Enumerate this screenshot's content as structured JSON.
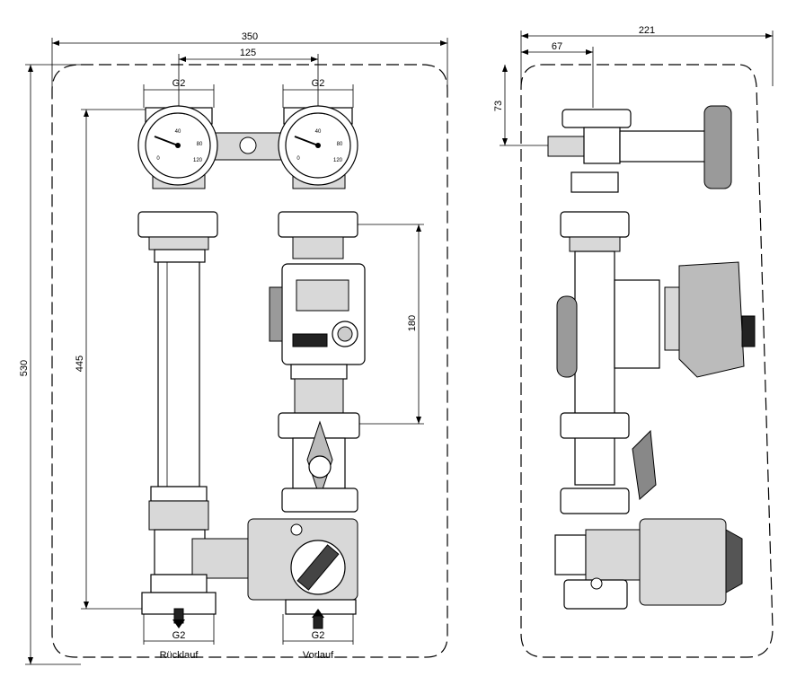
{
  "front_view": {
    "width_total": "350",
    "pipe_spacing": "125",
    "thread_left_top": "G2",
    "thread_right_top": "G2",
    "height_total": "530",
    "height_inner": "445",
    "pump_height": "180",
    "thread_left_bottom": "G2",
    "thread_right_bottom": "G2",
    "label_return": "Rücklauf",
    "label_supply": "Vorlauf"
  },
  "side_view": {
    "depth_total": "221",
    "depth_offset": "67",
    "height_offset": "73"
  }
}
